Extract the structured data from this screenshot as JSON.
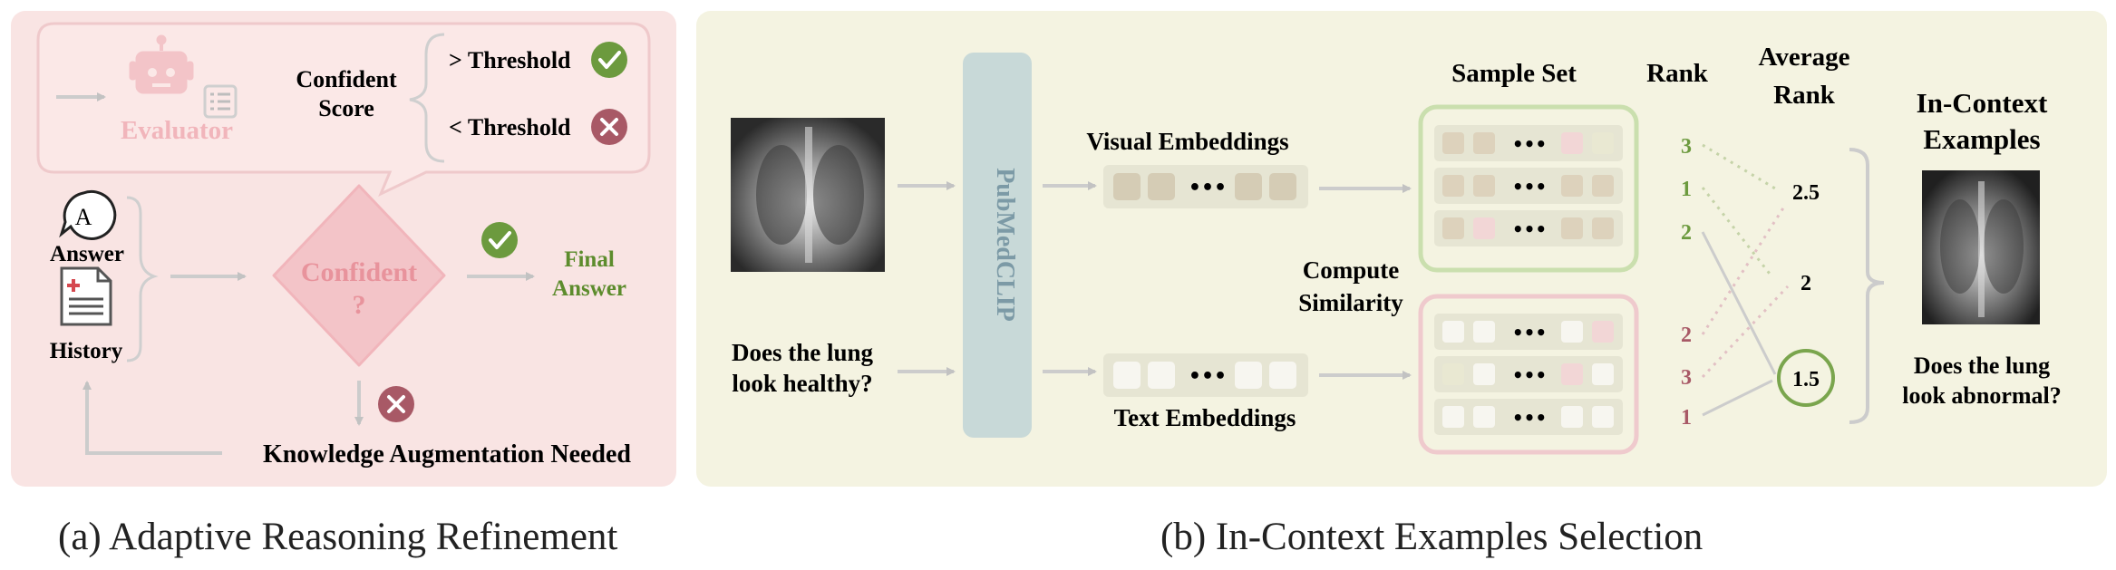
{
  "panel_a": {
    "evaluator_label": "Evaluator",
    "confident_score": [
      "Confident",
      "Score"
    ],
    "above_threshold": "> Threshold",
    "below_threshold": "< Threshold",
    "answer_label": "Answer",
    "answer_icon_letter": "A",
    "history_label": "History",
    "decision_label": "Confident",
    "decision_mark": "?",
    "final_answer": [
      "Final",
      "Answer"
    ],
    "knowledge_needed": "Knowledge Augmentation Needed",
    "caption": "(a) Adaptive Reasoning Refinement"
  },
  "panel_b": {
    "question": [
      "Does the lung",
      "look healthy?"
    ],
    "encoder": "PubMedCLIP",
    "visual_embeddings": "Visual Embeddings",
    "text_embeddings": "Text Embeddings",
    "compute_similarity": [
      "Compute",
      "Similarity"
    ],
    "sample_set": "Sample Set",
    "rank_header": "Rank",
    "average_rank_header": [
      "Average",
      "Rank"
    ],
    "ellipsis": "•••",
    "visual_ranks": [
      "3",
      "1",
      "2"
    ],
    "text_ranks": [
      "2",
      "3",
      "1"
    ],
    "average_ranks": [
      "2.5",
      "2",
      "1.5"
    ],
    "in_context_title": [
      "In-Context",
      "Examples"
    ],
    "example_question": [
      "Does the lung",
      "look abnormal?"
    ],
    "caption": "(b) In-Context Examples Selection"
  },
  "colors": {
    "panel_a_bg": "#f9e4e3",
    "panel_b_bg": "#f4f3e1",
    "pink": "#f1b5bb",
    "green": "#6c9a3e",
    "red": "#a85966",
    "encoder": "#c8d9d8",
    "encoder_text": "#7c9aa6",
    "gray": "#c9c9c9"
  }
}
